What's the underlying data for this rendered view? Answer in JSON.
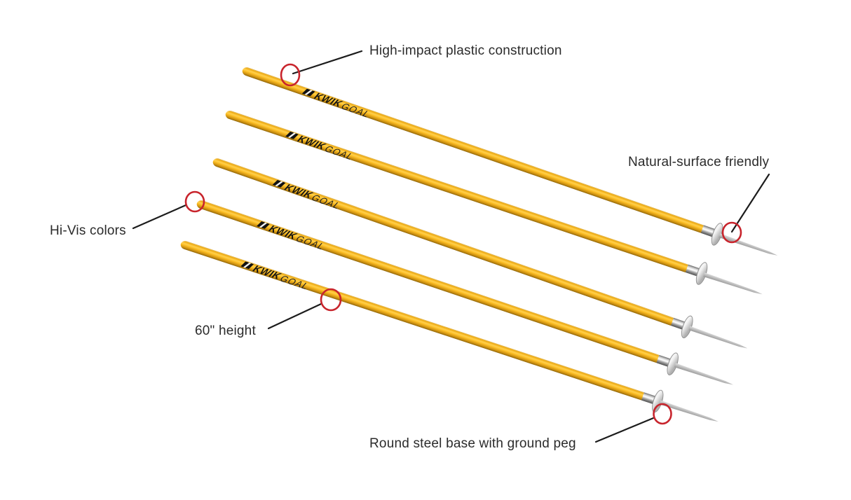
{
  "figure": {
    "background_color": "#ffffff",
    "colors": {
      "pole_yellow": "#F6B41B",
      "callout_ring_red": "#C8242C",
      "leader_line_black": "#1c1c1c",
      "label_text": "#2B2B2B",
      "logo_black": "#121212",
      "steel_gray": "#9B9B9B"
    },
    "brand": {
      "kwik": "KWIK",
      "goal": "GOAL"
    },
    "poles": {
      "count": 5
    },
    "callouts": [
      {
        "id": "high-impact",
        "label": "High-impact plastic construction"
      },
      {
        "id": "natural-surface",
        "label": "Natural-surface friendly"
      },
      {
        "id": "hi-vis",
        "label": "Hi-Vis colors"
      },
      {
        "id": "height",
        "label": "60\" height"
      },
      {
        "id": "ground-peg",
        "label": "Round steel base with ground peg"
      }
    ]
  }
}
